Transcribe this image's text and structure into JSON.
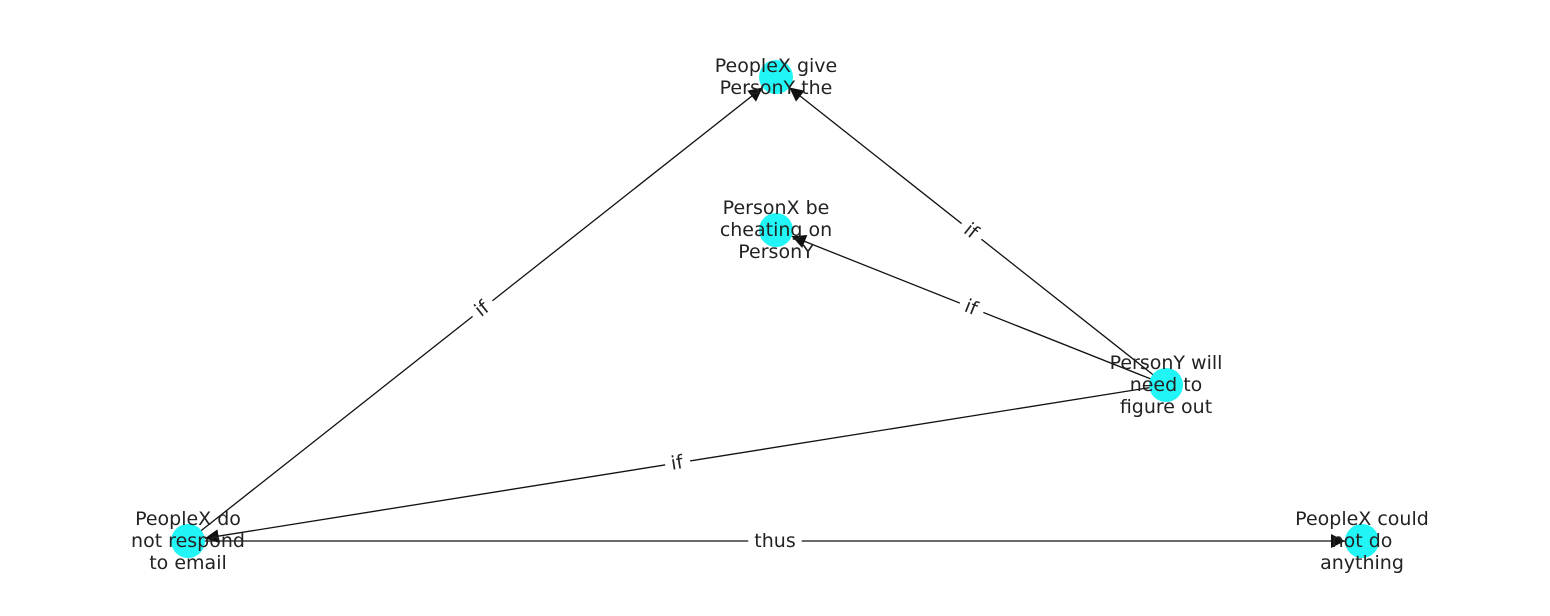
{
  "colors": {
    "node_fill": "#22f5f5",
    "edge": "#111111",
    "text": "#222222",
    "background": "#ffffff"
  },
  "nodes": [
    {
      "id": "give",
      "label_lines": [
        "PeopleX give",
        "PersonY the"
      ]
    },
    {
      "id": "cheat",
      "label_lines": [
        "PersonX be",
        "cheating on",
        "PersonY"
      ]
    },
    {
      "id": "figure",
      "label_lines": [
        "PersonY will",
        "need to",
        "figure out"
      ]
    },
    {
      "id": "respond",
      "label_lines": [
        "PeopleX do",
        "not respond",
        "to email"
      ]
    },
    {
      "id": "nothing",
      "label_lines": [
        "PeopleX could",
        "not do",
        "anything"
      ]
    }
  ],
  "edges": [
    {
      "from": "respond",
      "to": "give",
      "label": "if"
    },
    {
      "from": "figure",
      "to": "give",
      "label": "if"
    },
    {
      "from": "figure",
      "to": "cheat",
      "label": "if"
    },
    {
      "from": "figure",
      "to": "respond",
      "label": "if"
    },
    {
      "from": "respond",
      "to": "nothing",
      "label": "thus"
    }
  ]
}
